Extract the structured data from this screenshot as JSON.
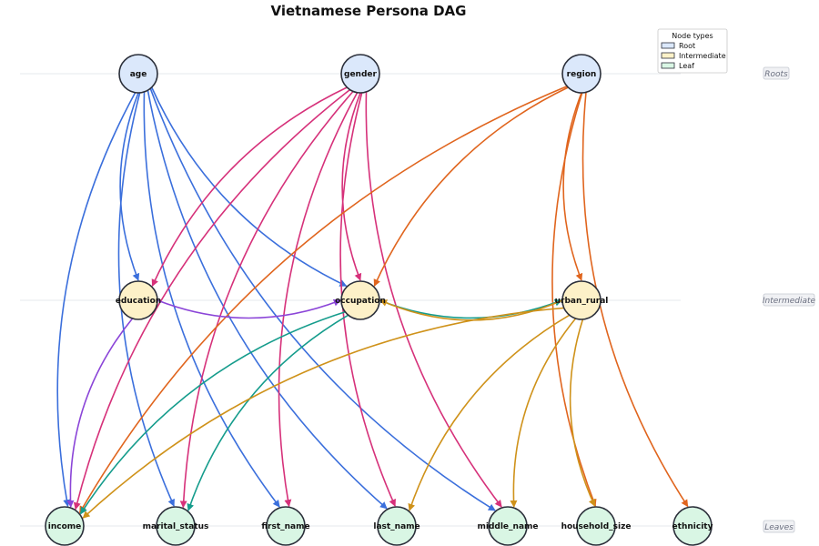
{
  "title": "Vietnamese Persona DAG",
  "legend": {
    "title": "Node types",
    "items": [
      {
        "key": "root",
        "label": "Root",
        "fill": "#dbe8fb"
      },
      {
        "key": "intermediate",
        "label": "Intermediate",
        "fill": "#fdf1c8"
      },
      {
        "key": "leaf",
        "label": "Leaf",
        "fill": "#d9f6e4"
      }
    ]
  },
  "tiers": [
    {
      "key": "root",
      "label": "Roots"
    },
    {
      "key": "intermediate",
      "label": "Intermediate"
    },
    {
      "key": "leaf",
      "label": "Leaves"
    }
  ],
  "colors": {
    "age": "#3b6fdc",
    "gender": "#d6317a",
    "region": "#e0651e",
    "education": "#8b45d8",
    "occupation": "#159c8c",
    "urban_rural": "#cf921a",
    "node_stroke": "#2b2f3a"
  },
  "nodes": [
    {
      "id": "age",
      "label": "age",
      "type": "root"
    },
    {
      "id": "gender",
      "label": "gender",
      "type": "root"
    },
    {
      "id": "region",
      "label": "region",
      "type": "root"
    },
    {
      "id": "education",
      "label": "education",
      "type": "intermediate"
    },
    {
      "id": "occupation",
      "label": "occupation",
      "type": "intermediate"
    },
    {
      "id": "urban_rural",
      "label": "urban_rural",
      "type": "intermediate"
    },
    {
      "id": "income",
      "label": "income",
      "type": "leaf"
    },
    {
      "id": "marital_status",
      "label": "marital_status",
      "type": "leaf"
    },
    {
      "id": "first_name",
      "label": "first_name",
      "type": "leaf"
    },
    {
      "id": "last_name",
      "label": "last_name",
      "type": "leaf"
    },
    {
      "id": "middle_name",
      "label": "middle_name",
      "type": "leaf"
    },
    {
      "id": "household_size",
      "label": "household_size",
      "type": "leaf"
    },
    {
      "id": "ethnicity",
      "label": "ethnicity",
      "type": "leaf"
    }
  ],
  "edges": [
    {
      "from": "age",
      "to": "education"
    },
    {
      "from": "age",
      "to": "occupation"
    },
    {
      "from": "age",
      "to": "income"
    },
    {
      "from": "age",
      "to": "marital_status"
    },
    {
      "from": "age",
      "to": "first_name"
    },
    {
      "from": "age",
      "to": "last_name"
    },
    {
      "from": "age",
      "to": "middle_name"
    },
    {
      "from": "gender",
      "to": "education"
    },
    {
      "from": "gender",
      "to": "occupation"
    },
    {
      "from": "gender",
      "to": "income"
    },
    {
      "from": "gender",
      "to": "marital_status"
    },
    {
      "from": "gender",
      "to": "first_name"
    },
    {
      "from": "gender",
      "to": "last_name"
    },
    {
      "from": "gender",
      "to": "middle_name"
    },
    {
      "from": "region",
      "to": "occupation"
    },
    {
      "from": "region",
      "to": "urban_rural"
    },
    {
      "from": "region",
      "to": "income"
    },
    {
      "from": "region",
      "to": "ethnicity"
    },
    {
      "from": "region",
      "to": "household_size"
    },
    {
      "from": "education",
      "to": "occupation"
    },
    {
      "from": "education",
      "to": "income"
    },
    {
      "from": "occupation",
      "to": "urban_rural"
    },
    {
      "from": "occupation",
      "to": "income"
    },
    {
      "from": "occupation",
      "to": "marital_status"
    },
    {
      "from": "urban_rural",
      "to": "occupation"
    },
    {
      "from": "urban_rural",
      "to": "income"
    },
    {
      "from": "urban_rural",
      "to": "last_name"
    },
    {
      "from": "urban_rural",
      "to": "middle_name"
    },
    {
      "from": "urban_rural",
      "to": "household_size"
    }
  ]
}
